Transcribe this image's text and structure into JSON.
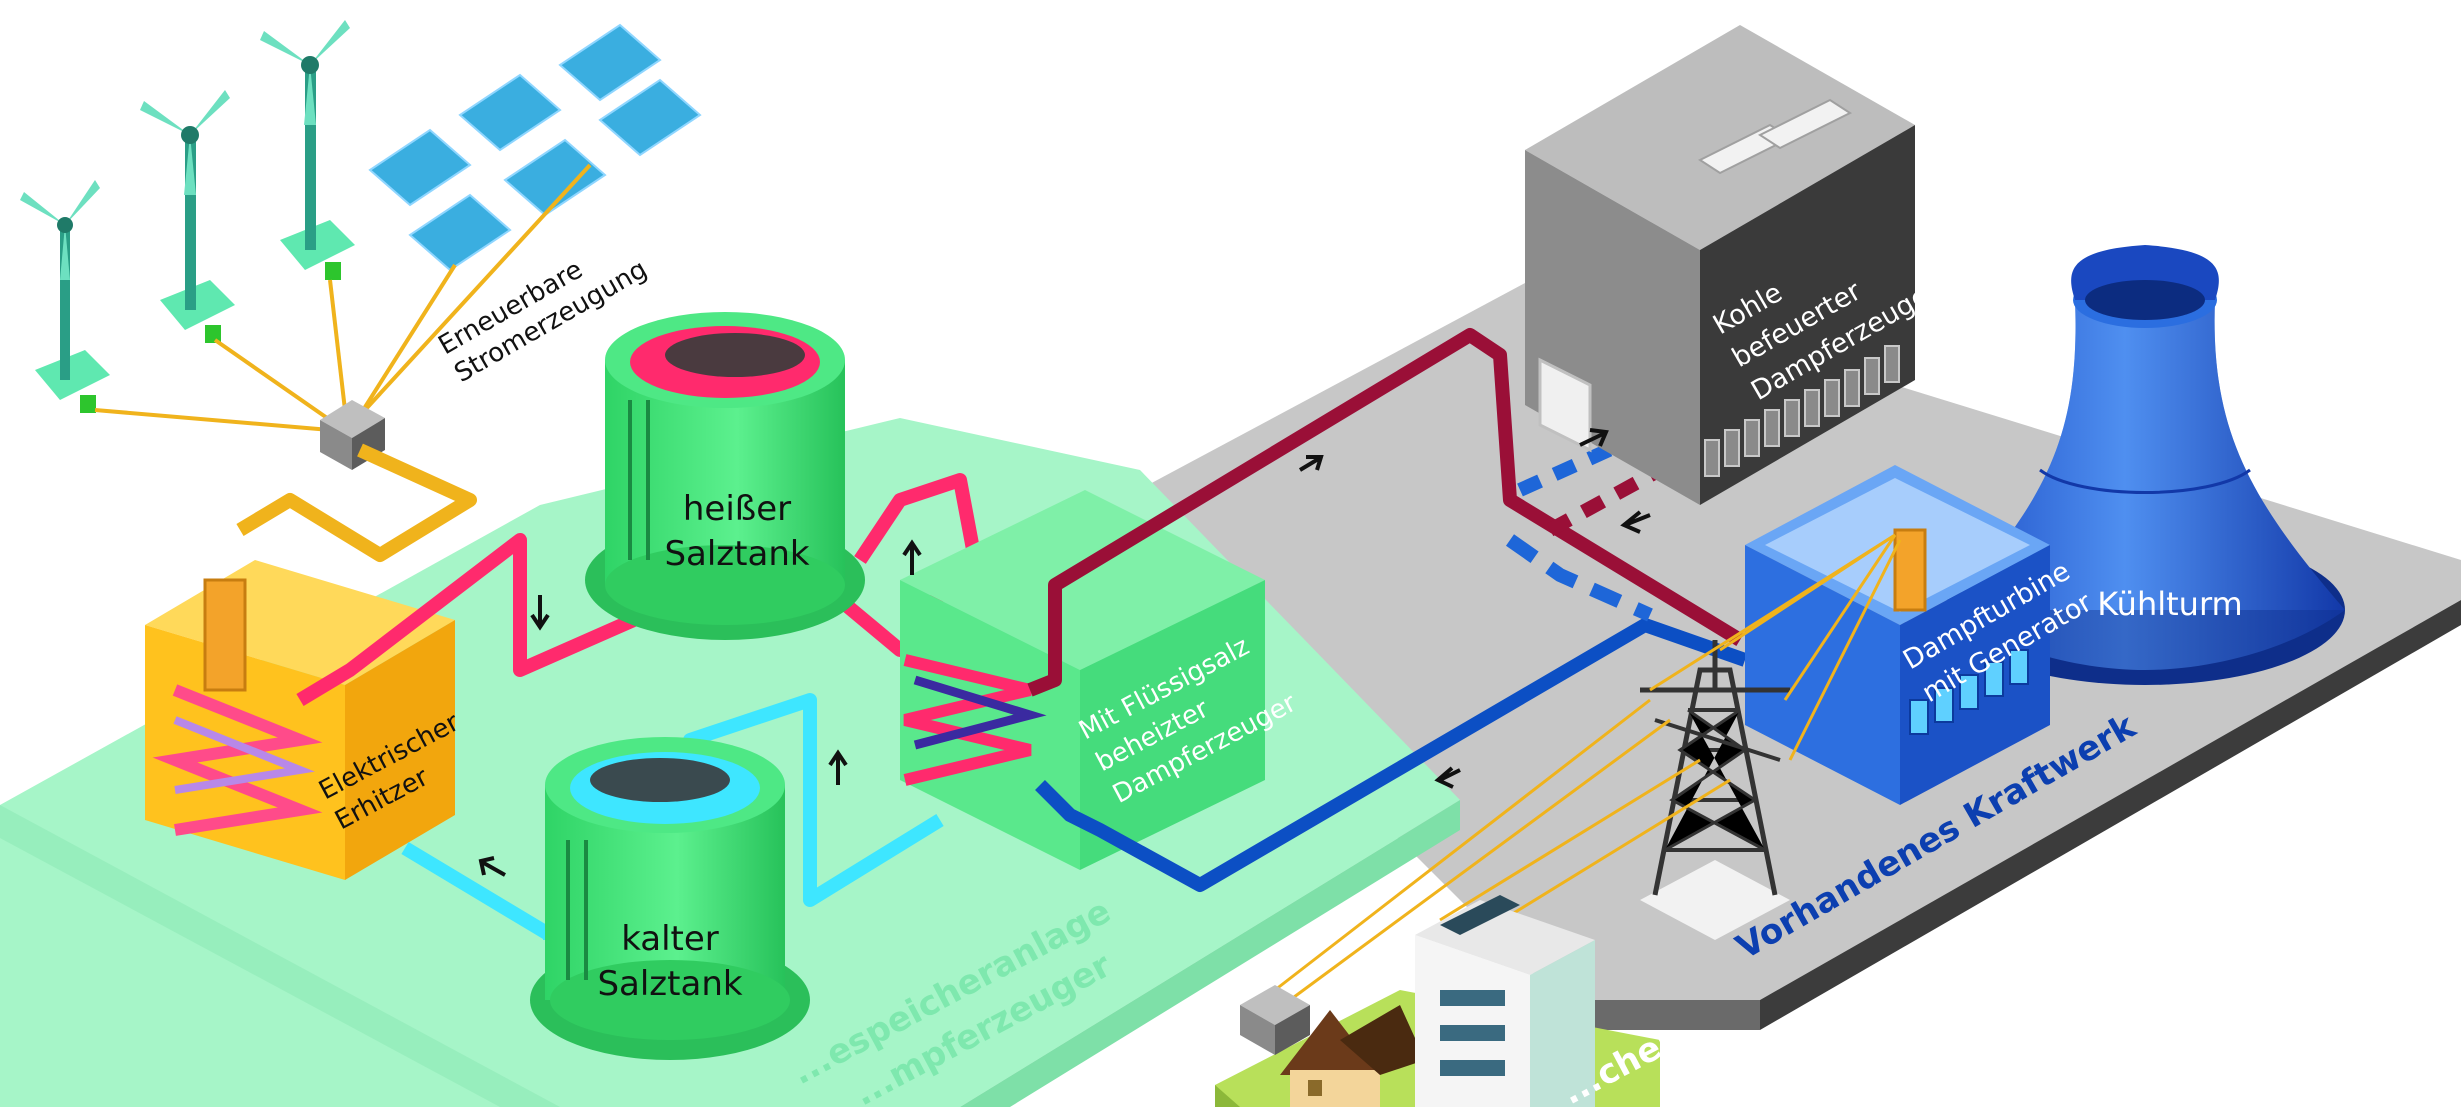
{
  "labels": {
    "renewable_line1": "Erneuerbare",
    "renewable_line2": "Stromerzeugung",
    "hot_tank_line1": "heißer",
    "hot_tank_line2": "Salztank",
    "cold_tank_line1": "kalter",
    "cold_tank_line2": "Salztank",
    "heater_line1": "Elektrischer",
    "heater_line2": "Erhitzer",
    "salt_steam_line1": "Mit Flüssigsalz",
    "salt_steam_line2": "beheizter",
    "salt_steam_line3": "Dampferzeuger",
    "coal_line1": "Kohle",
    "coal_line2": "befeuerter",
    "coal_line3": "Dampferzeuger",
    "turbine_line1": "Dampfturbine",
    "turbine_line2": "mit Generator",
    "cooling_tower": "Kühlturm",
    "existing_plant": "Vorhandenes Kraftwerk",
    "storage_line1": "...espeicheranlage",
    "storage_line2": "...mpferzeuger",
    "consumer_partial": "...cher"
  },
  "colors": {
    "storage_platform": "#a6f5c8",
    "plant_platform": "#c7c7c7",
    "tank_green": "#3de676",
    "hot_salt": "#ff2a6d",
    "cold_salt": "#3ee6ff",
    "steam_red": "#9a0f37",
    "water_blue": "#0c4fc4",
    "power_line": "#f0b31c",
    "heater": "#ffc21e",
    "turbine": "#2d6fe0",
    "coal_building": "#585858",
    "label_blue": "#0c3fb0"
  },
  "icons": [
    "wind-turbine-icon",
    "solar-panel-icon",
    "junction-box-icon",
    "transmission-tower-icon",
    "house-icon",
    "office-building-icon",
    "flow-arrow-icon"
  ]
}
